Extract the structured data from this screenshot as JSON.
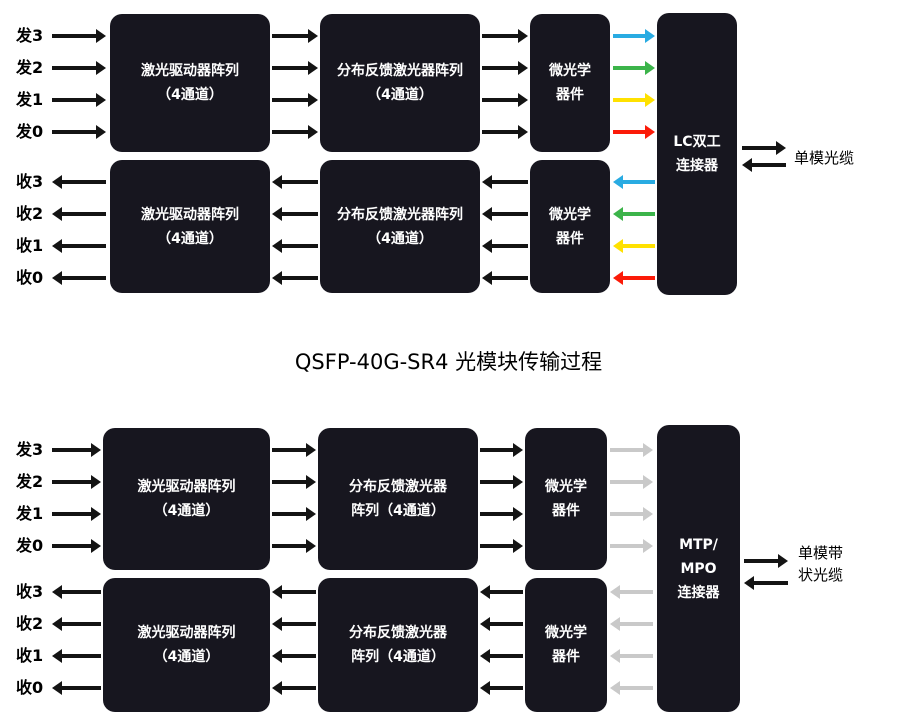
{
  "caption": "QSFP-40G-SR4 光模块传输过程",
  "colors": {
    "block_bg": "#17161f",
    "block_text": "#ffffff",
    "arrow_black": "#141414",
    "arrow_gray": "#c9c9c9",
    "lane_blue": "#29abe2",
    "lane_green": "#3cb44a",
    "lane_yellow": "#ffe100",
    "lane_red": "#fb1a08"
  },
  "top_diagram": {
    "tx_labels": [
      "发3",
      "发2",
      "发1",
      "发0"
    ],
    "rx_labels": [
      "收3",
      "收2",
      "收1",
      "收0"
    ],
    "driver_tx_line1": "激光驱动器阵列",
    "driver_tx_line2": "（4通道）",
    "dfb_tx_line1": "分布反馈激光器阵列",
    "dfb_tx_line2": "（4通道）",
    "optics_tx_line1": "微光学",
    "optics_tx_line2": "器件",
    "driver_rx_line1": "激光驱动器阵列",
    "driver_rx_line2": "（4通道）",
    "dfb_rx_line1": "分布反馈激光器阵列",
    "dfb_rx_line2": "（4通道）",
    "optics_rx_line1": "微光学",
    "optics_rx_line2": "器件",
    "connector_line1": "LC双工",
    "connector_line2": "连接器",
    "cable_label": "单模光缆"
  },
  "bottom_diagram": {
    "tx_labels": [
      "发3",
      "发2",
      "发1",
      "发0"
    ],
    "rx_labels": [
      "收3",
      "收2",
      "收1",
      "收0"
    ],
    "driver_tx_line1": "激光驱动器阵列",
    "driver_tx_line2": "（4通道）",
    "dfb_tx_line1": "分布反馈激光器",
    "dfb_tx_line2": "阵列（4通道）",
    "optics_tx_line1": "微光学",
    "optics_tx_line2": "器件",
    "driver_rx_line1": "激光驱动器阵列",
    "driver_rx_line2": "（4通道）",
    "dfb_rx_line1": "分布反馈激光器",
    "dfb_rx_line2": "阵列（4通道）",
    "optics_rx_line1": "微光学",
    "optics_rx_line2": "器件",
    "connector_line1": "MTP/",
    "connector_line2": "MPO",
    "connector_line3": "连接器",
    "cable_label_line1": "单模带",
    "cable_label_line2": "状光缆"
  }
}
